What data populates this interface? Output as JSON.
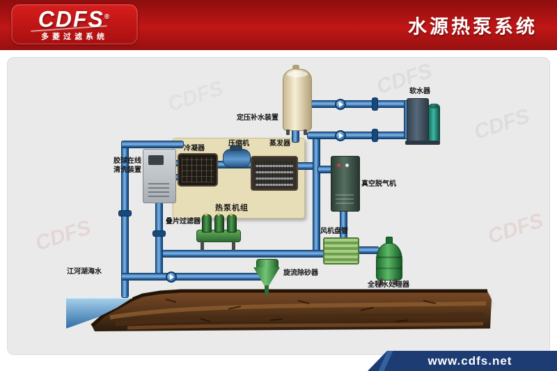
{
  "header": {
    "brand": "CDFS",
    "registered": "®",
    "brand_subtitle": "多菱过滤系统",
    "title": "水源热泵系统"
  },
  "footer": {
    "url": "www.cdfs.net"
  },
  "watermark": {
    "brand": "CDFS"
  },
  "diagram": {
    "labels": {
      "expansion_tank": "定压补水装置",
      "water_softener": "软水器",
      "ball_cleaning_device": "胶球在线清洗装置",
      "condenser": "冷凝器",
      "compressor": "压缩机",
      "evaporator": "蒸发器",
      "heat_pump_unit": "热泵机组",
      "vacuum_degasser": "真空脱气机",
      "disc_filter": "叠片过滤器",
      "fan_coil": "风机盘管",
      "cyclone_sand_remover": "旋流除砂器",
      "full_water_processor": "全程水处理器",
      "river_lake_sea_water": "江河湖海水"
    },
    "colors": {
      "pipe": "#3f7fc1",
      "pipe_dark": "#1e5692",
      "header_red": "#b31414",
      "footer_navy": "#1d3c74",
      "panel_gray": "#eaeaea",
      "unit_beige": "#e7ddb6",
      "equipment_green": "#2e7a36",
      "ground_brown": "#5a3a1c"
    }
  }
}
